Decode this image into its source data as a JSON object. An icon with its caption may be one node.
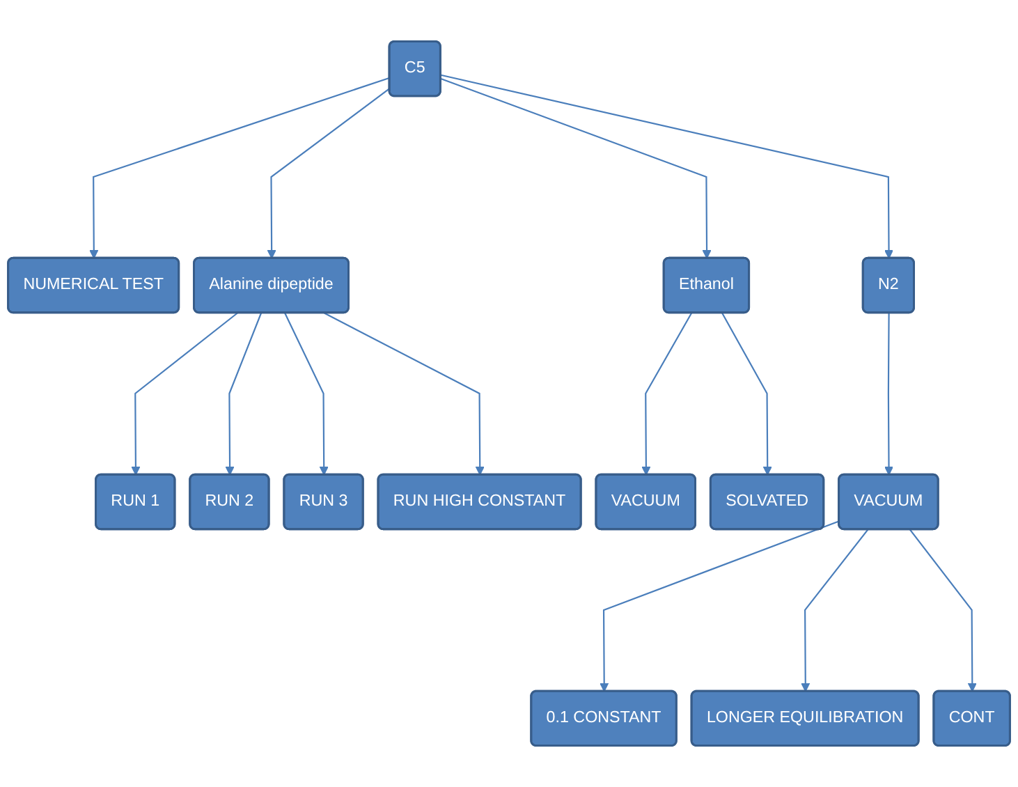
{
  "diagram": {
    "nodes": [
      {
        "text": [
          "C5"
        ]
      },
      {
        "text": [
          "NUMERICAL TEST"
        ]
      },
      {
        "text": [
          "Alanine dipeptide"
        ]
      },
      {
        "text": [
          "Ethanol"
        ]
      },
      {
        "text": [
          "N2"
        ]
      },
      {
        "text": [
          "VACUUM"
        ]
      },
      {
        "text": [
          "VACUUM"
        ]
      },
      {
        "text": [
          "RUN 1"
        ]
      },
      {
        "text": [
          "SOLVATED"
        ]
      },
      {
        "text": [
          "RUN 2"
        ]
      },
      {
        "text": [
          "RUN 3"
        ]
      },
      {
        "text": [
          "0.1 CONSTANT"
        ]
      },
      {
        "text": [
          "RUN HIGH CONSTANT"
        ]
      },
      {
        "text": [
          "LONGER EQUILIBRATION"
        ]
      },
      {
        "text": [
          "CONT"
        ]
      }
    ],
    "edges": [
      {
        "from": 0,
        "to": 1,
        "arrow": "to"
      },
      {
        "from": 0,
        "to": 2,
        "arrow": "to"
      },
      {
        "from": 0,
        "to": 3,
        "arrow": "to"
      },
      {
        "from": 0,
        "to": 4,
        "arrow": "to"
      },
      {
        "from": 4,
        "to": 5,
        "arrow": "to"
      },
      {
        "from": 2,
        "to": 7,
        "arrow": "to"
      },
      {
        "from": 2,
        "to": 9,
        "arrow": "to"
      },
      {
        "from": 2,
        "to": 10,
        "arrow": "to"
      },
      {
        "from": 2,
        "to": 12,
        "arrow": "to"
      },
      {
        "from": 3,
        "to": 6,
        "arrow": "to"
      },
      {
        "from": 3,
        "to": 8,
        "arrow": "to"
      },
      {
        "from": 5,
        "to": 11,
        "arrow": "to"
      },
      {
        "from": 5,
        "to": 13,
        "arrow": "to"
      },
      {
        "from": 5,
        "to": 14,
        "arrow": "to"
      }
    ]
  }
}
